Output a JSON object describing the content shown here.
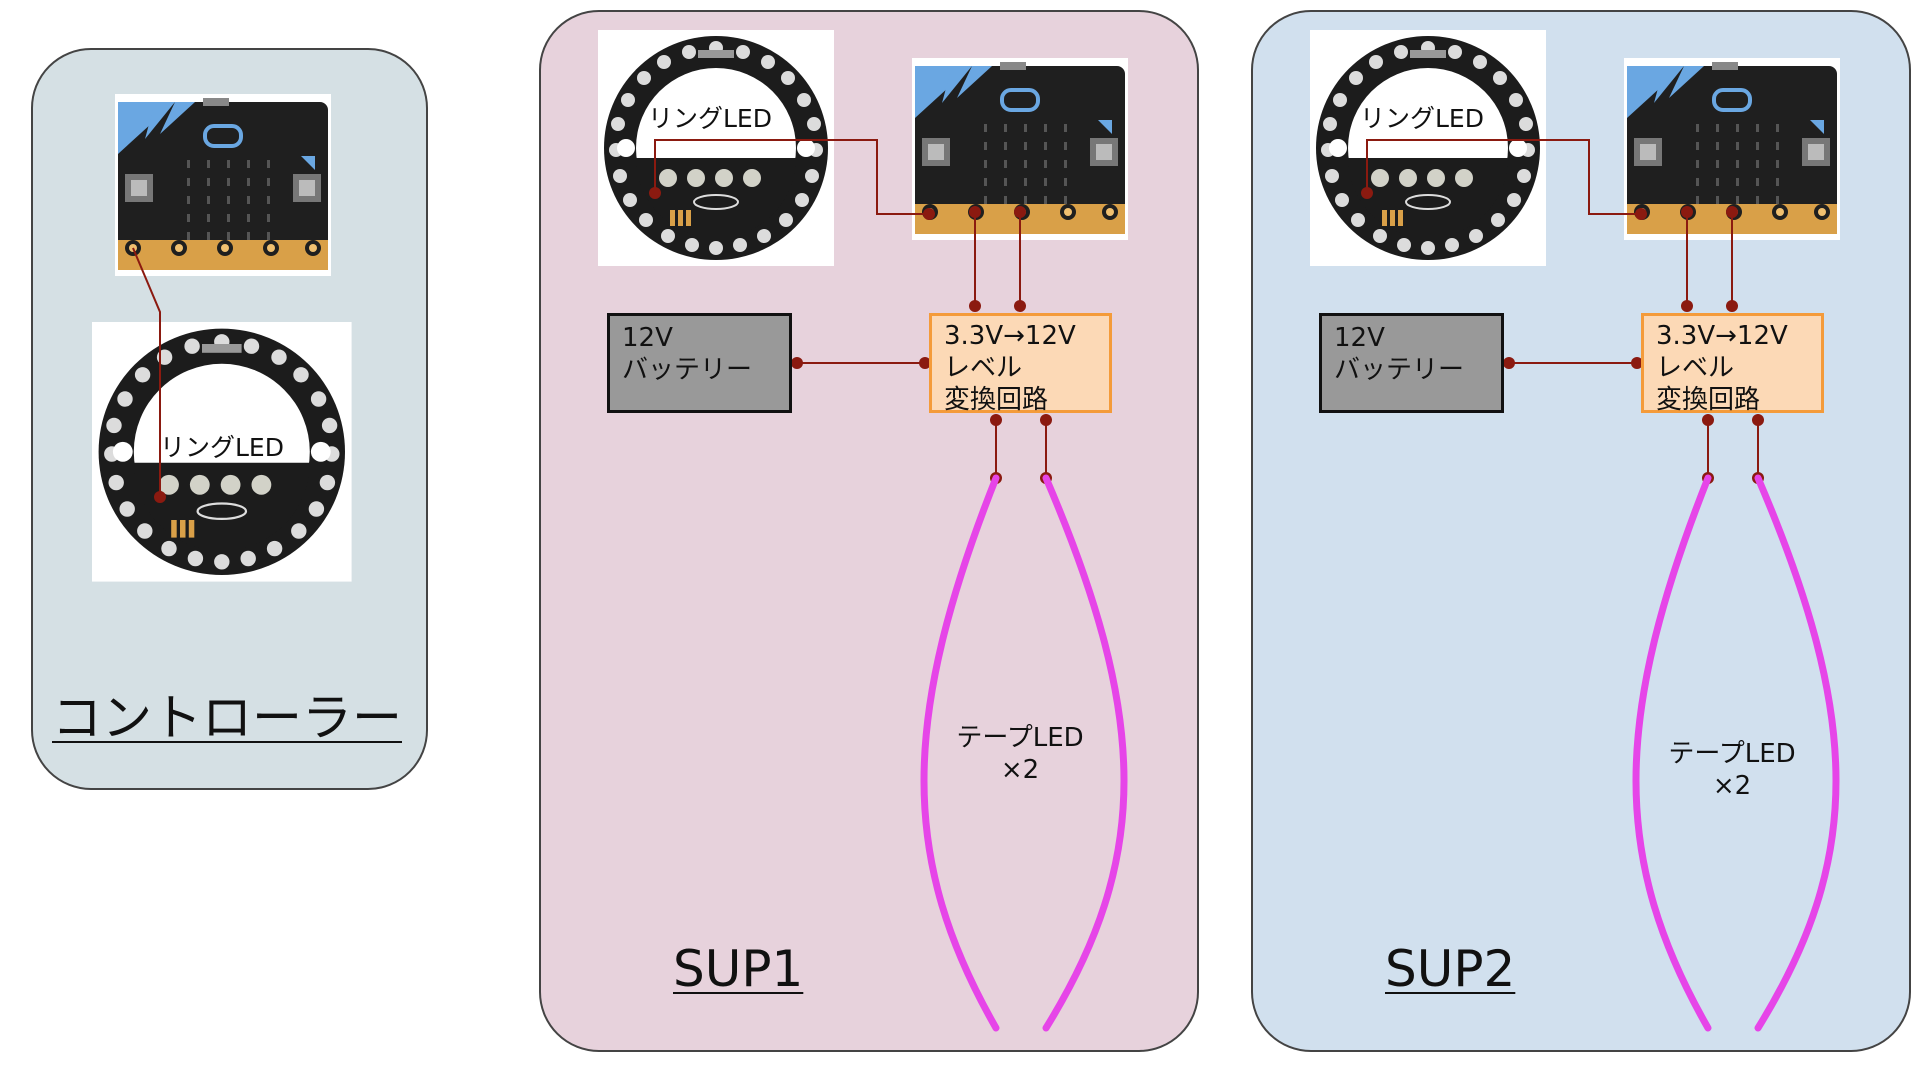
{
  "colors": {
    "controller_bg": "#d5e0e4",
    "sup1_bg": "#e7d2dc",
    "sup2_bg": "#d1e0ee",
    "wire": "#8b1a10",
    "tape_led": "#e645e8",
    "battery": "#999999",
    "converter_fill": "#fcd9b6",
    "converter_border": "#f49b3a"
  },
  "controller": {
    "title": "コントローラー",
    "ring_label": "リングLED",
    "microbit_icon": "microbit-board-icon",
    "ring_icon": "ring-led-board-icon"
  },
  "sup1": {
    "title": "SUP1",
    "ring_label": "リングLED",
    "battery": "12V\nバッテリー",
    "converter": "3.3V→12V\nレベル\n変換回路",
    "tape_label": "テープLED\n×2"
  },
  "sup2": {
    "title": "SUP2",
    "ring_label": "リングLED",
    "battery": "12V\nバッテリー",
    "converter": "3.3V→12V\nレベル\n変換回路",
    "tape_label": "テープLED\n×2"
  }
}
